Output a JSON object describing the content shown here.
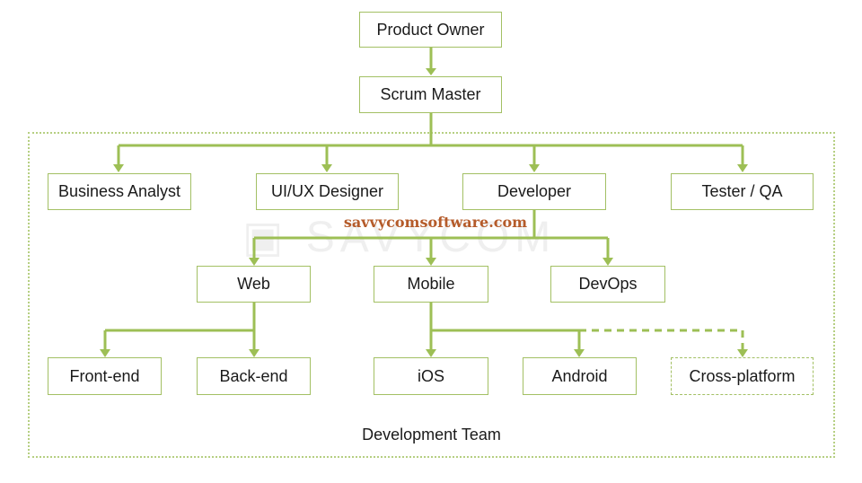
{
  "watermark": {
    "logo_text": "▣ SAVYCOM",
    "url": "savvycomsoftware.com"
  },
  "colors": {
    "line": "#9dbf55",
    "border": "#a3c064",
    "frame": "#b6cf82",
    "watermark_url": "#b55b2a"
  },
  "team_label": "Development Team",
  "nodes": {
    "product_owner": "Product Owner",
    "scrum_master": "Scrum Master",
    "business_analyst": "Business Analyst",
    "uiux_designer": "UI/UX Designer",
    "developer": "Developer",
    "tester_qa": "Tester / QA",
    "web": "Web",
    "mobile": "Mobile",
    "devops": "DevOps",
    "front_end": "Front-end",
    "back_end": "Back-end",
    "ios": "iOS",
    "android": "Android",
    "cross_platform": "Cross-platform"
  }
}
